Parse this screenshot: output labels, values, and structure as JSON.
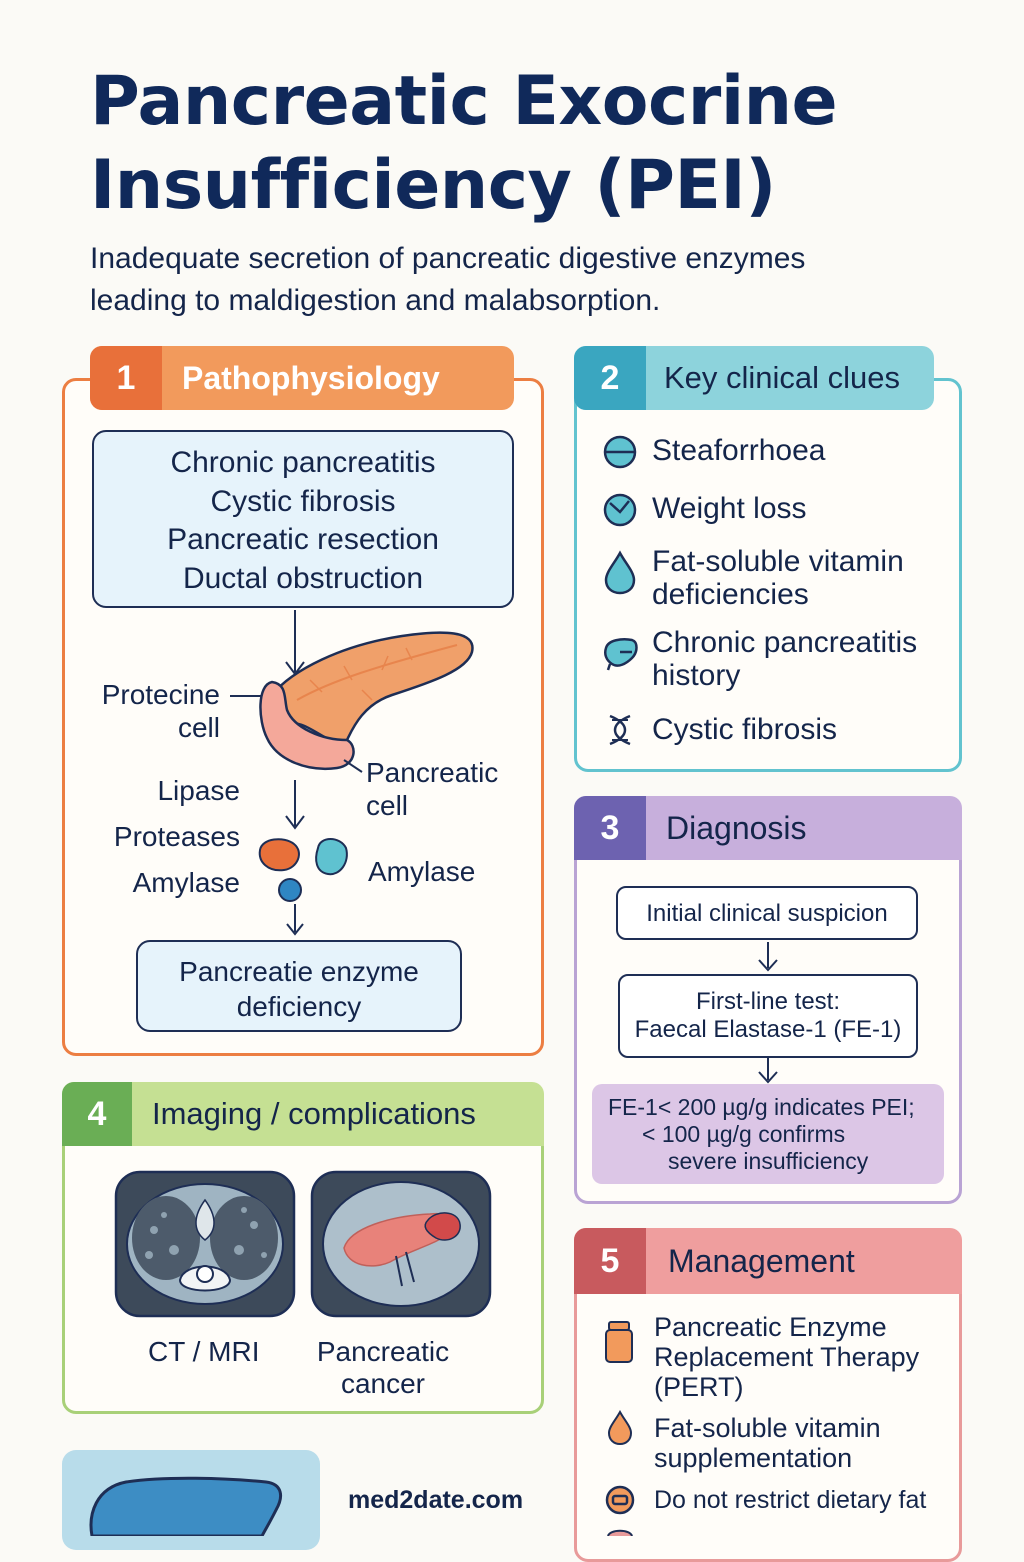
{
  "header": {
    "title_line1": "Pancreatic Exocrine",
    "title_line2": "Insufficiency (PEI)",
    "subtitle_line1": "Inadequate secretion of pancreatic digestive enzymes",
    "subtitle_line2": "leading to maldigestion and malabsorption."
  },
  "colors": {
    "orange": "#ec7e42",
    "teal": "#3aa6c0",
    "purple": "#7b6bb3",
    "green": "#6aae55",
    "red": "#c85a5e"
  },
  "section1": {
    "number": "1",
    "title": "Pathophysiology",
    "causes": [
      "Chronic pancreatitis",
      "Cystic fibrosis",
      "Pancreatic resection",
      "Ductal obstruction"
    ],
    "label_protecine_1": "Protecine",
    "label_protecine_2": "cell",
    "label_pancreatic_1": "Pancreatic",
    "label_pancreatic_2": "cell",
    "enzymes": [
      "Lipase",
      "Proteases",
      "Amylase"
    ],
    "label_amylase_right": "Amylase",
    "result_line1": "Pancreatie enzyme",
    "result_line2": "deficiency"
  },
  "section2": {
    "number": "2",
    "title": "Key clinical clues",
    "clues": [
      {
        "icon": "stool-icon",
        "line1": "Steaforrhoea",
        "line2": ""
      },
      {
        "icon": "scale-icon",
        "line1": "Weight loss",
        "line2": ""
      },
      {
        "icon": "droplet-icon",
        "line1": "Fat-soluble vitamin",
        "line2": "deficiencies"
      },
      {
        "icon": "pancreas-icon",
        "line1": "Chronic pancreatitis",
        "line2": "history"
      },
      {
        "icon": "dna-icon",
        "line1": "Cystic fibrosis",
        "line2": ""
      }
    ]
  },
  "section3": {
    "number": "3",
    "title": "Diagnosis",
    "step1": "Initial clinical suspicion",
    "step2_line1": "First-line test:",
    "step2_line2": "Faecal Elastase-1 (FE-1)",
    "result_line1": "FE-1< 200 µg/g indicates PEI;",
    "result_line2": "< 100 µg/g confirms",
    "result_line3": "severe insufficiency"
  },
  "section4": {
    "number": "4",
    "title": "Imaging / complications",
    "label_ct_1": "CT / MRI",
    "label_cancer_1": "Pancreatic",
    "label_cancer_2": "cancer"
  },
  "section5": {
    "number": "5",
    "title": "Management",
    "items": [
      {
        "icon": "capsule-jar-icon",
        "line1": "Pancreatic Enzyme",
        "line2": "Replacement Therapy",
        "line3": "(PERT)"
      },
      {
        "icon": "droplet-icon",
        "line1": "Fat-soluble vitamin",
        "line2": "supplementation",
        "line3": ""
      },
      {
        "icon": "no-restrict-icon",
        "line1": "Do not restrict dietary fat",
        "line2": "",
        "line3": ""
      }
    ]
  },
  "footer": {
    "site": "med2date.com"
  }
}
